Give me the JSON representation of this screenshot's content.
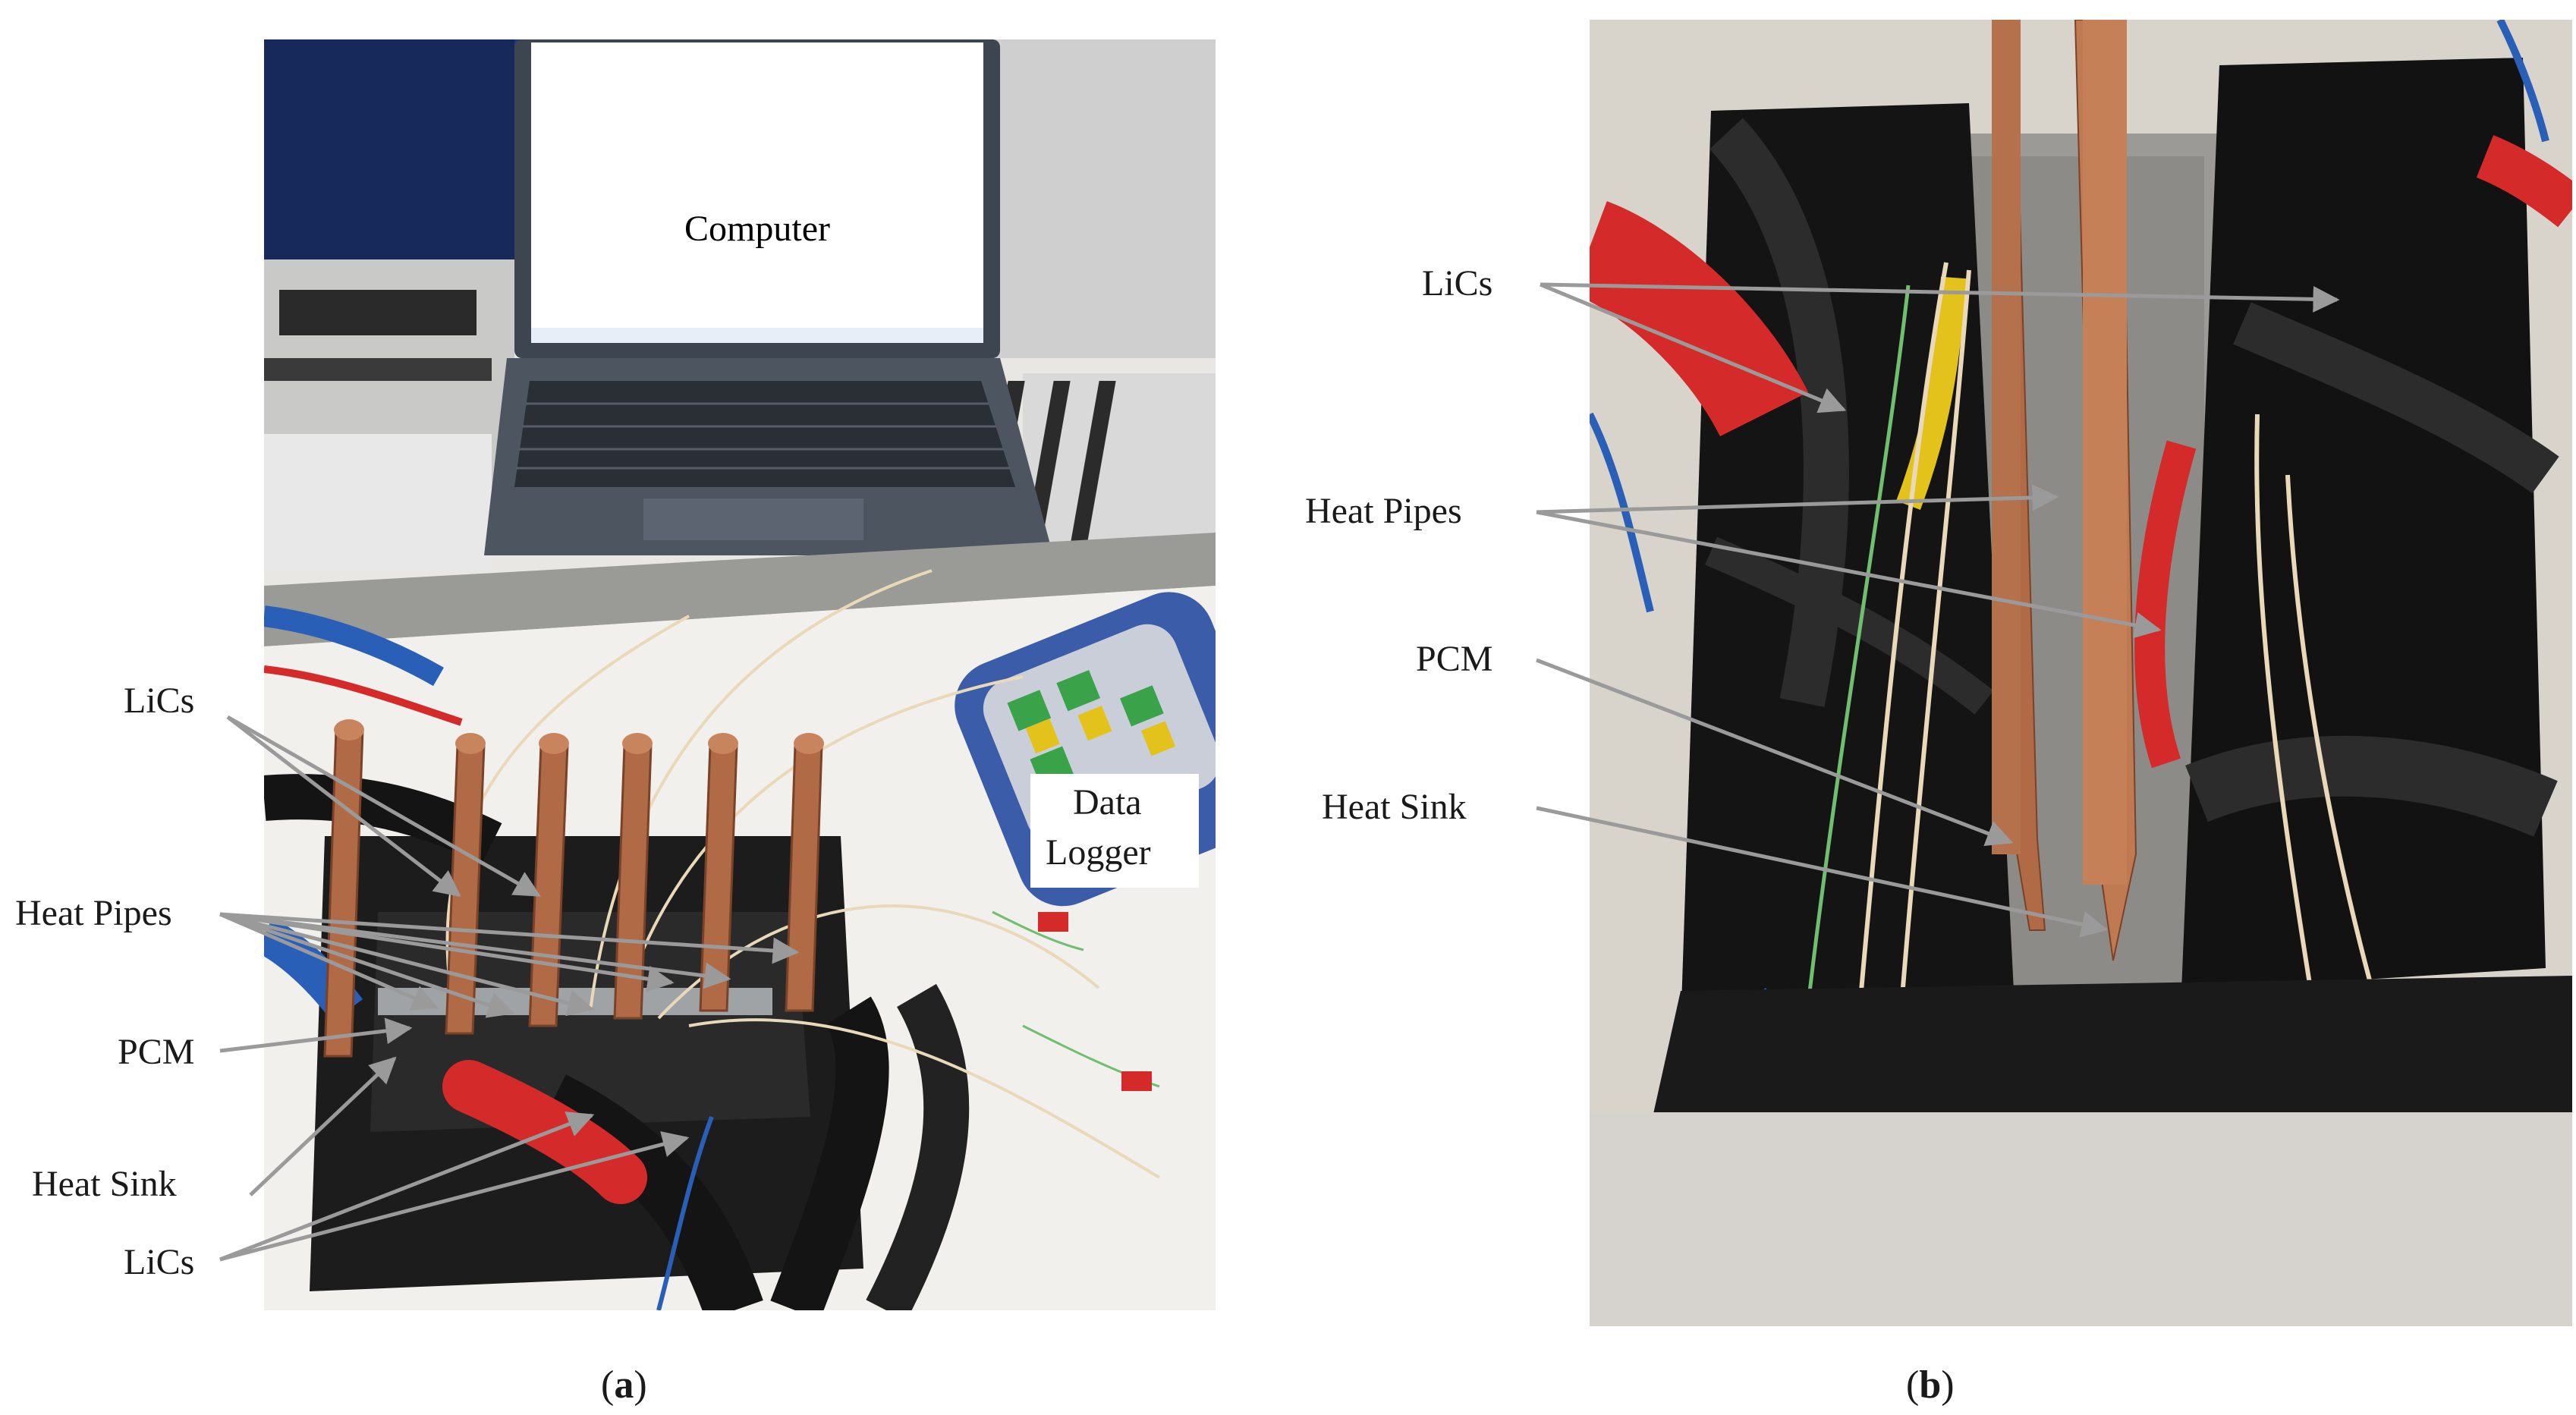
{
  "panel_a": {
    "screen_text": "Computer",
    "box_label_line1": "Data",
    "box_label_line2": "Logger",
    "labels": [
      "LiCs",
      "Heat Pipes",
      "PCM",
      "Heat Sink",
      "LiCs"
    ],
    "caption_open": "(",
    "caption_letter": "a",
    "caption_close": ")"
  },
  "panel_b": {
    "labels": [
      "LiCs",
      "Heat Pipes",
      "PCM",
      "Heat Sink"
    ],
    "caption_open": "(",
    "caption_letter": "b",
    "caption_close": ")"
  },
  "colors": {
    "leader": "#9a9a9a",
    "copper": "#b06a45",
    "tape": "#141414",
    "red": "#d42a2a",
    "blue": "#2a5fb8",
    "laptop": "#4d5560"
  }
}
